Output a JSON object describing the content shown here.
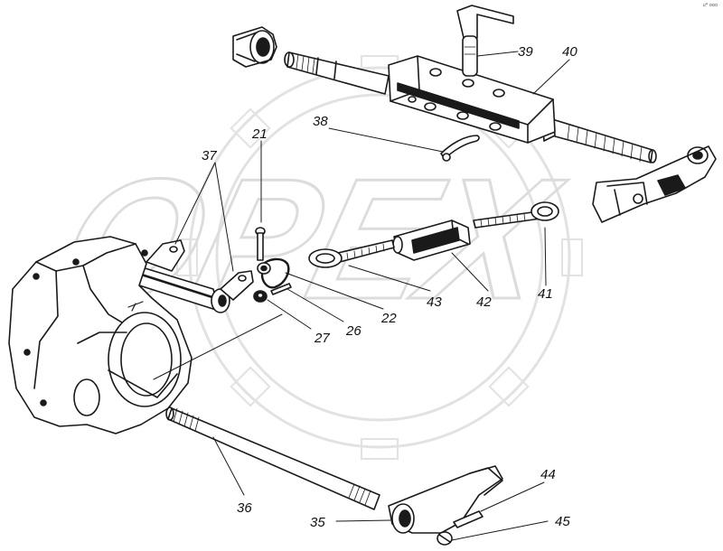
{
  "callouts": {
    "c21": "21",
    "c22": "22",
    "c26": "26",
    "c27": "27",
    "c35": "35",
    "c36": "36",
    "c37": "37",
    "c38": "38",
    "c39": "39",
    "c40": "40",
    "c41": "41",
    "c42": "42",
    "c43": "43",
    "c44": "44",
    "c45": "45"
  },
  "watermark": {
    "text": "OPEX",
    "color": "#e6e6e6"
  },
  "corner_mark": "u* ooo",
  "colors": {
    "line": "#1a1a1a",
    "text": "#111111"
  }
}
